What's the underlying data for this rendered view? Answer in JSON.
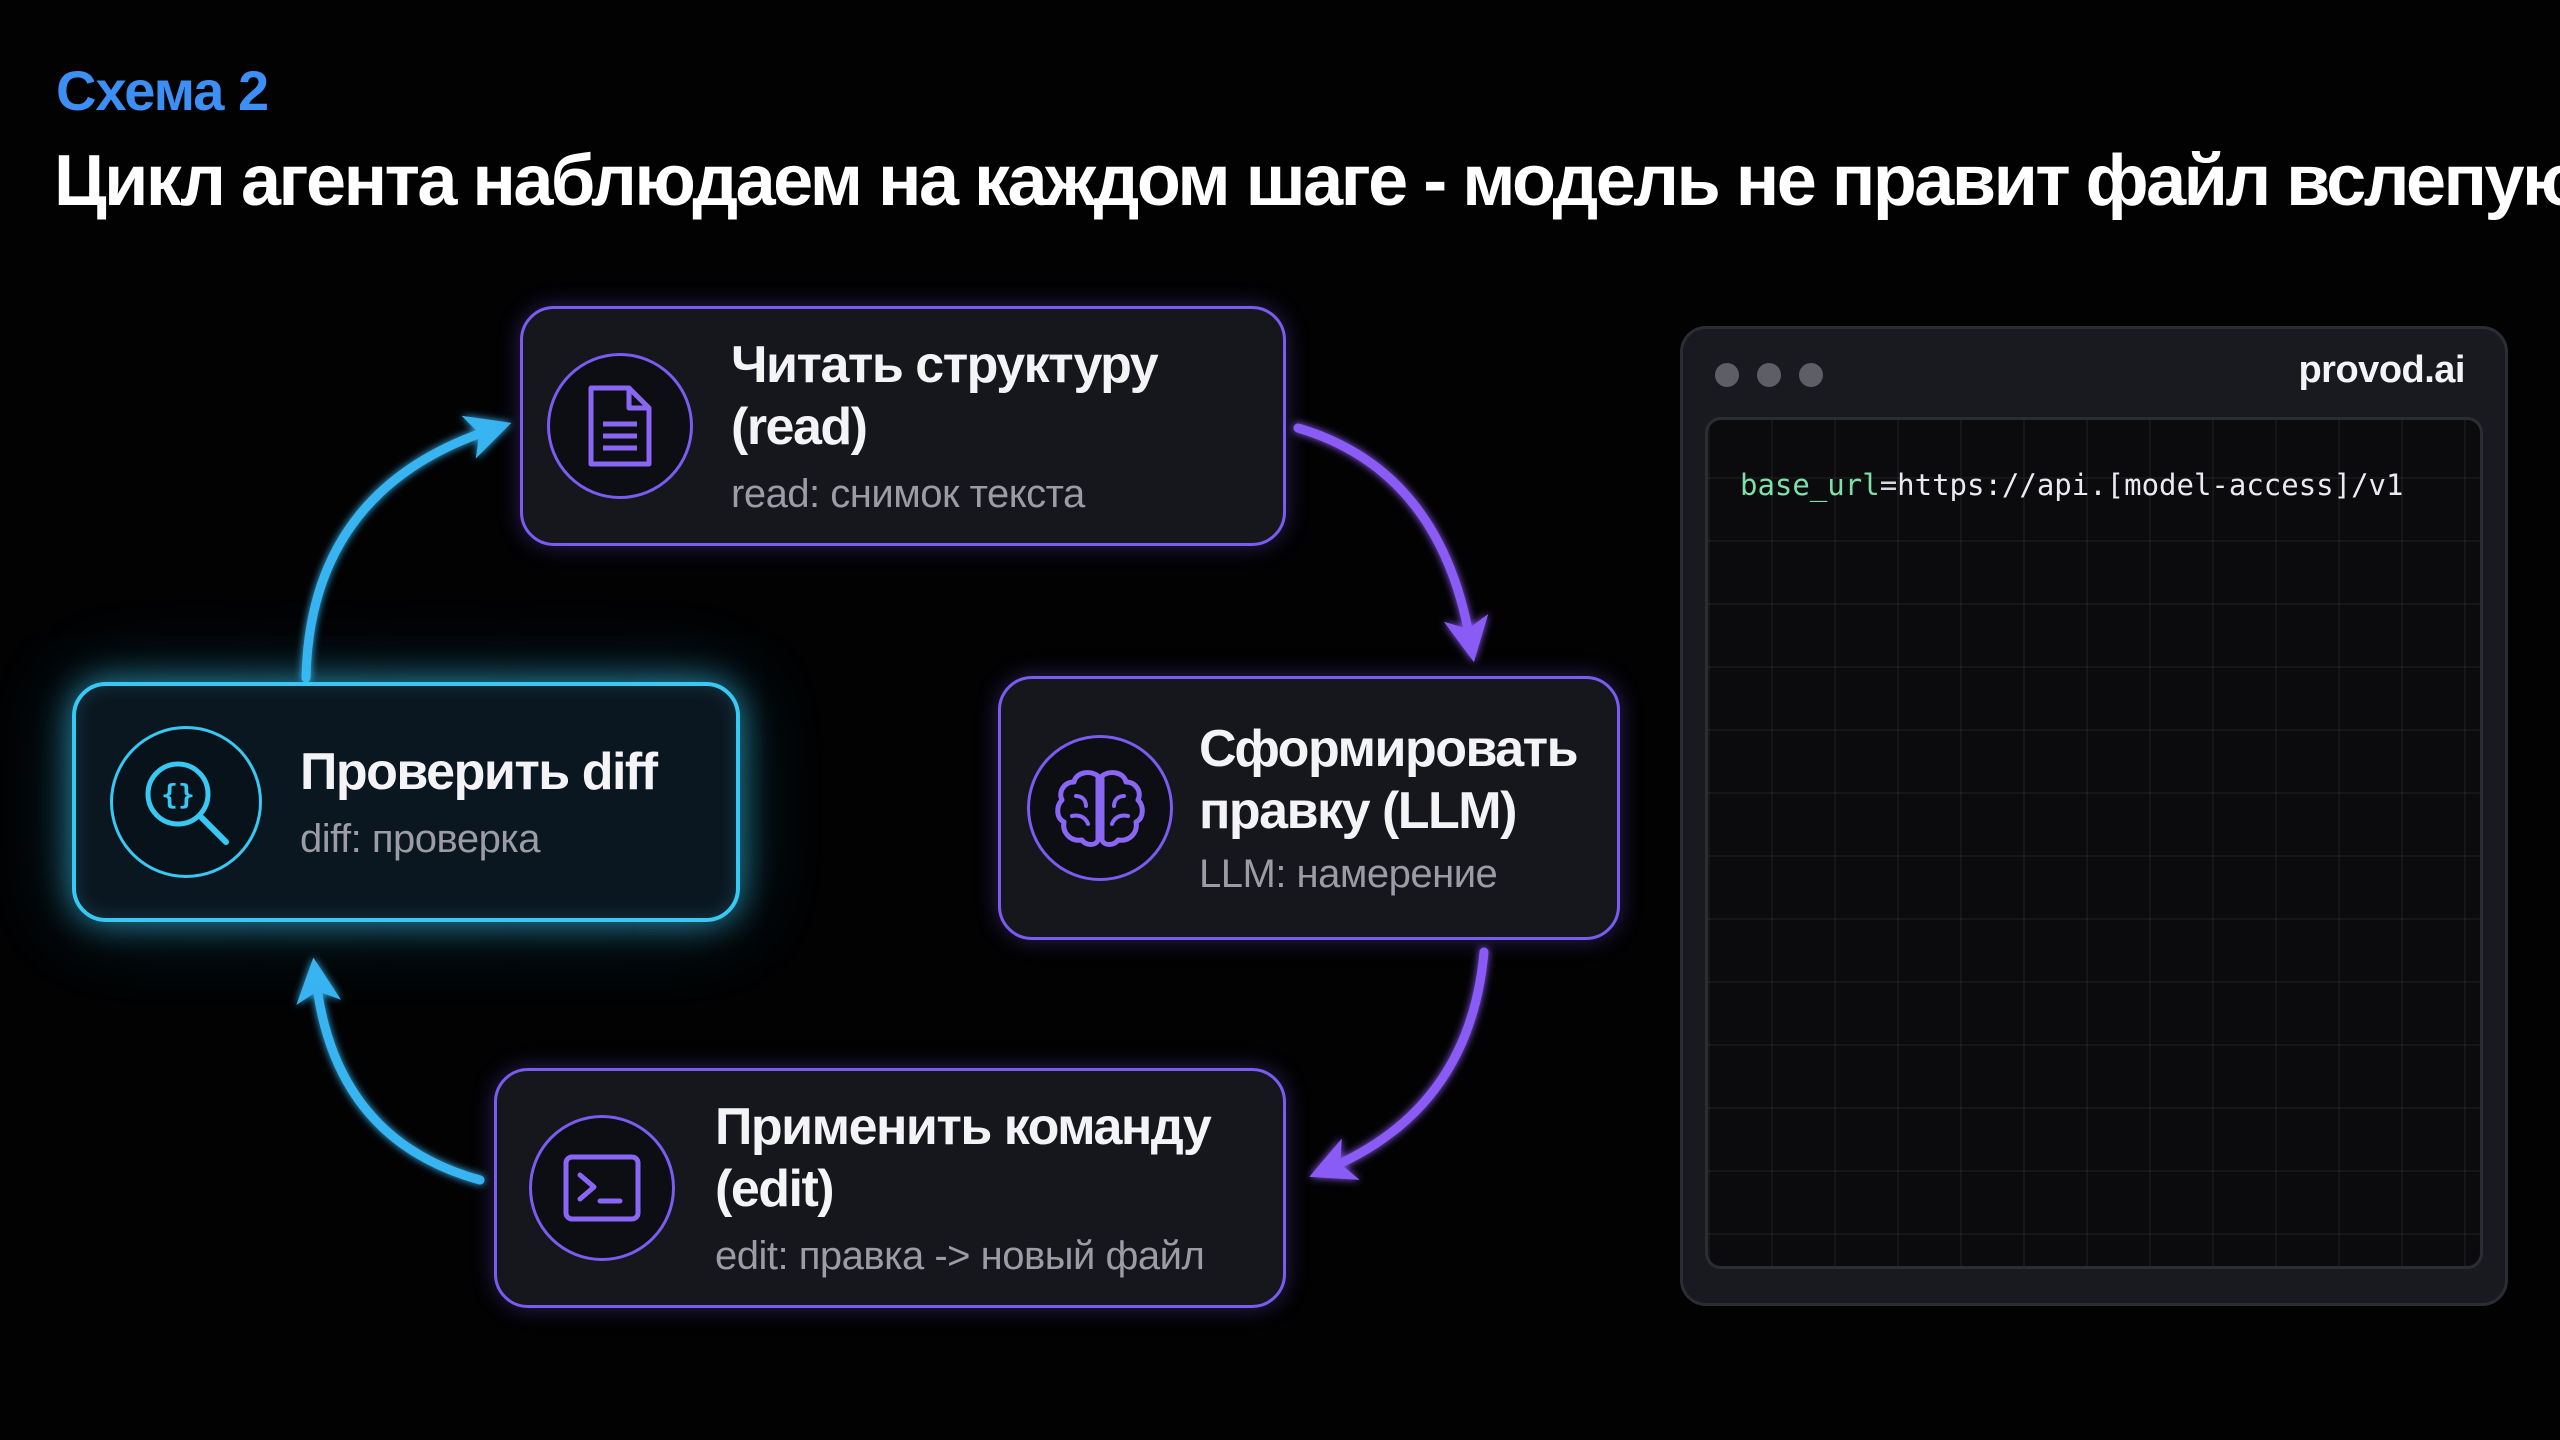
{
  "header": {
    "eyebrow": "Схема 2",
    "title": "Цикл агента наблюдаем на каждом шаге - модель не правит файл вслепую"
  },
  "nodes": {
    "read": {
      "title": "Читать структуру (read)",
      "subtitle": "read: снимок текста",
      "icon": "document-icon"
    },
    "llm": {
      "title_line1": "Сформировать",
      "title_line2": "правку (LLM)",
      "subtitle": "LLM: намерение",
      "icon": "brain-icon"
    },
    "edit": {
      "title": "Применить команду (edit)",
      "subtitle": "edit: правка -> новый файл",
      "icon": "terminal-icon"
    },
    "diff": {
      "title": "Проверить diff",
      "subtitle": "diff: проверка",
      "icon": "code-search-icon"
    }
  },
  "window": {
    "brand": "provod.ai",
    "code_key": "base_url",
    "code_eq": "=",
    "code_value": "https://api.[model-access]/v1"
  },
  "colors": {
    "background": "#020203",
    "accent_blue": "#3b8ff5",
    "purple": "#7b5cf0",
    "cyan": "#38c8f4",
    "code_key": "#7ee0a8"
  }
}
